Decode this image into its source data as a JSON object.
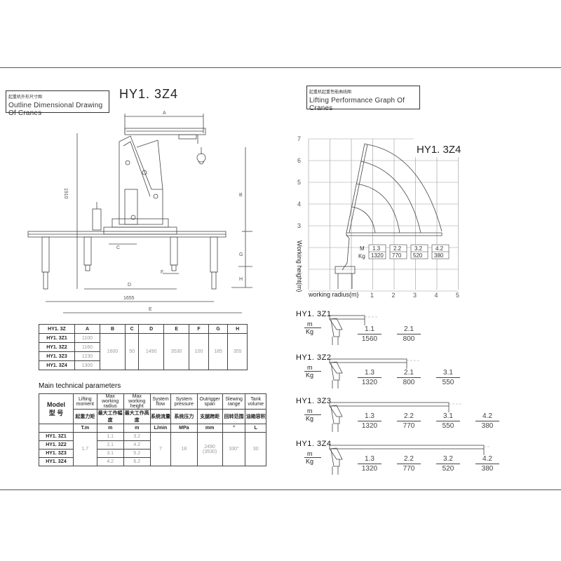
{
  "left_panel": {
    "title_cn": "起重机外形尺寸图",
    "title_en": "Outline Dimensional Drawing Of Cranes",
    "model_title": "HY1. 3Z4",
    "dims": {
      "A": "A",
      "B": "B",
      "C": "C",
      "D": "D",
      "E": "E",
      "F": "F",
      "G": "G",
      "H": "H",
      "h1910": "1910",
      "w1655": "1655"
    },
    "dim_table": {
      "headers": [
        "HY1. 3Z",
        "A",
        "B",
        "C",
        "D",
        "E",
        "F",
        "G",
        "H"
      ],
      "rows": [
        {
          "model": "HY1. 3Z1",
          "A": "1100"
        },
        {
          "model": "HY1. 3Z2",
          "A": "1160"
        },
        {
          "model": "HY1. 3Z3",
          "A": "1230"
        },
        {
          "model": "HY1. 3Z4",
          "A": "1300"
        }
      ],
      "shared": {
        "B": "1600",
        "C": "50",
        "D": "1490",
        "E": "3530",
        "F": "100",
        "G": "185",
        "H": "355"
      }
    },
    "params_title": "Main technical parameters",
    "params_table": {
      "model_label": "Model",
      "model_cn": "型 号",
      "cols": [
        {
          "en": "Lifting moment",
          "cn": "起重力矩",
          "unit": "T.m"
        },
        {
          "en": "Max working radius",
          "cn": "最大工作幅度",
          "unit": "m"
        },
        {
          "en": "Max working height",
          "cn": "最大工作高度",
          "unit": "m"
        },
        {
          "en": "System flow",
          "cn": "系统流量",
          "unit": "L/min"
        },
        {
          "en": "System pressure",
          "cn": "系统压力",
          "unit": "MPa"
        },
        {
          "en": "Outrigger span",
          "cn": "支腿跨距",
          "unit": "mm"
        },
        {
          "en": "Slewing range",
          "cn": "回转范围",
          "unit": "°"
        },
        {
          "en": "Tank volume",
          "cn": "油箱容积",
          "unit": "L"
        }
      ],
      "rows": [
        {
          "model": "HY1. 3Z1",
          "radius": "1.1",
          "height": "3.2"
        },
        {
          "model": "HY1. 3Z2",
          "radius": "2.1",
          "height": "4.2"
        },
        {
          "model": "HY1. 3Z3",
          "radius": "3.1",
          "height": "5.2"
        },
        {
          "model": "HY1. 3Z4",
          "radius": "4.2",
          "height": "6.2"
        }
      ],
      "shared": {
        "moment": "1.7",
        "flow": "7",
        "pressure": "18",
        "span": "2490",
        "span2": "(3530)",
        "slew": "330°",
        "tank": "30"
      }
    }
  },
  "right_panel": {
    "title_cn": "起重机起重性能曲线图",
    "title_en": "Lifting Performance Graph Of Cranes",
    "graph_model": "HY1. 3Z4",
    "y_axis_label": "Working height(m)",
    "x_axis_label": "working radius(m)",
    "y_ticks": [
      "7",
      "6",
      "5",
      "4",
      "3"
    ],
    "x_ticks": [
      "1",
      "2",
      "3",
      "4",
      "5"
    ],
    "graph_load": {
      "m": "M",
      "kg": "Kg",
      "radius": [
        "1.3",
        "2.2",
        "3.2",
        "4.2"
      ],
      "load": [
        "1320",
        "770",
        "520",
        "380"
      ]
    },
    "models": [
      {
        "name": "HY1. 3Z1",
        "m": "m",
        "kg": "Kg",
        "radius": [
          "1.1",
          "2.1"
        ],
        "load": [
          "1560",
          "800"
        ]
      },
      {
        "name": "HY1. 3Z2",
        "m": "m",
        "kg": "Kg",
        "radius": [
          "1.3",
          "2.1",
          "3.1"
        ],
        "load": [
          "1320",
          "800",
          "550"
        ]
      },
      {
        "name": "HY1. 3Z3",
        "m": "m",
        "kg": "Kg",
        "radius": [
          "1.3",
          "2.2",
          "3.1",
          "4.2"
        ],
        "load": [
          "1320",
          "770",
          "550",
          "380"
        ]
      },
      {
        "name": "HY1. 3Z4",
        "m": "m",
        "kg": "Kg",
        "radius": [
          "1.3",
          "2.2",
          "3.2",
          "4.2"
        ],
        "load": [
          "1320",
          "770",
          "520",
          "380"
        ]
      }
    ]
  }
}
